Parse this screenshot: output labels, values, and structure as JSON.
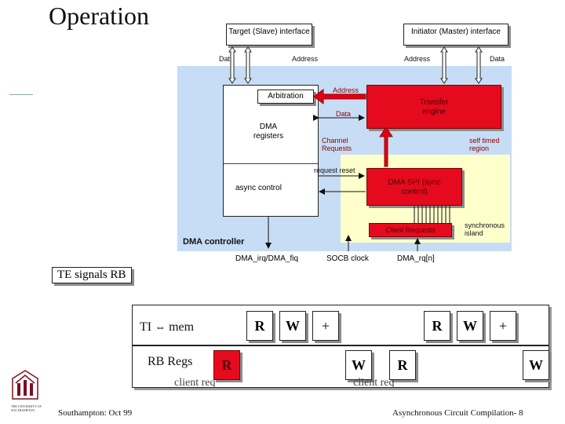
{
  "slide": {
    "title": "Operation",
    "footer_left": "Southampton: Oct 99",
    "footer_right": "Asynchronous Circuit Compilation- 8"
  },
  "top": {
    "target_interface": "Target (Slave) interface",
    "initiator_interface": "Initiator (Master) interface",
    "data_left": "Data",
    "address_left": "Address",
    "address_right": "Address",
    "data_right": "Data"
  },
  "controller": {
    "arbitration": "Arbitration",
    "address_to_engine": "Address",
    "transfer_engine": "Transfer engine",
    "data_label": "Data",
    "dma_registers": "DMA registers",
    "channel_requests": "Channel Requests",
    "self_timed_region": "self timed region",
    "request_reset": "request reset",
    "async_control": "async control",
    "dma_spi": "DMA SPI (sync control)",
    "client_requests": "Client Requests",
    "synchronous_island": "synchronous island",
    "dma_controller": "DMA controller",
    "out_irq": "DMA_irq/DMA_fiq",
    "out_clock": "SOCB clock",
    "out_rq": "DMA_rq[n]"
  },
  "te_section": {
    "label": "TE signals RB",
    "row1_label": "TI",
    "row1_arrow": "⇔",
    "row1_mem": "mem",
    "row1_r1": "R",
    "row1_w1": "W",
    "row1_plus1": "+",
    "row1_r2": "R",
    "row1_w2": "W",
    "row1_plus2": "+",
    "row2_label": "RB Regs",
    "row2_r1": "R",
    "row2_w1": "W",
    "row2_r2": "R",
    "row2_w2": "W",
    "client_req_1": "client req",
    "client_req_2": "client req"
  },
  "colors": {
    "blue_region": "#c7ddf5",
    "yellow_region": "#ffffcc",
    "red": "#e60a1e",
    "arrow_red": "#e00015"
  },
  "icons": {
    "logo": "university-crest-icon"
  }
}
